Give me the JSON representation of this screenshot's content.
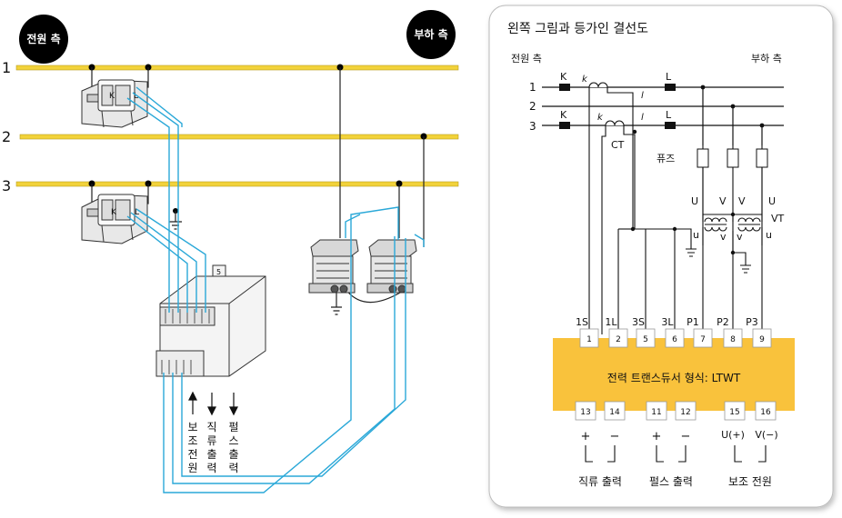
{
  "left": {
    "source_side": "전원 측",
    "load_side": "부하 측",
    "line_numbers": [
      "1",
      "2",
      "3"
    ],
    "ct_marks": {
      "k": "K",
      "l": "L"
    },
    "unit_number": "5",
    "outputs_vertical": [
      [
        "보",
        "조",
        "전",
        "원"
      ],
      [
        "직",
        "류",
        "출",
        "력"
      ],
      [
        "펄",
        "스",
        "출",
        "력"
      ]
    ]
  },
  "right": {
    "title": "왼쪽 그림과 등가인 결선도",
    "source_side": "전원 측",
    "load_side": "부하 측",
    "line_numbers": [
      "1",
      "2",
      "3"
    ],
    "K": "K",
    "L": "L",
    "k": "k",
    "l": "l",
    "ct": "CT",
    "fuse": "퓨즈",
    "vt": "VT",
    "U": "U",
    "V": "V",
    "u": "u",
    "v": "v",
    "top_labels": [
      "1S",
      "1L",
      "3S",
      "3L",
      "P1",
      "P2",
      "P3"
    ],
    "top_terminals": [
      "1",
      "2",
      "5",
      "6",
      "7",
      "8",
      "9"
    ],
    "device_label": "전력 트랜스듀서 형식: LTWT",
    "bottom_terminals": [
      "13",
      "14",
      "11",
      "12",
      "15",
      "16"
    ],
    "bottom_polarity": [
      "+",
      "−",
      "+",
      "−",
      "U(+)",
      "V(−)"
    ],
    "groups": [
      "직류 출력",
      "펄스 출력",
      "보조 전원"
    ]
  },
  "colors": {
    "bus": "#f2d23a",
    "wire_cyan": "#2aa8d8",
    "device": "#f9c23c",
    "panel_border": "#bbbbbb",
    "badge": "#000000"
  }
}
